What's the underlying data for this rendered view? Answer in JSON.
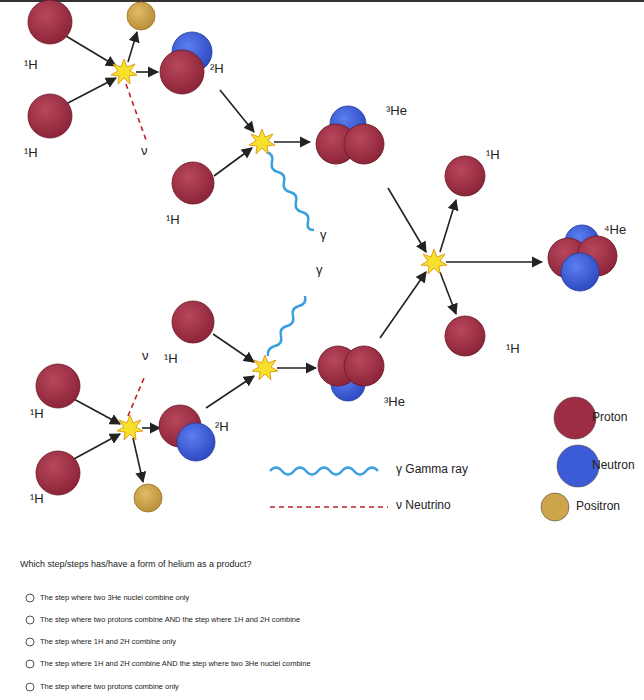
{
  "diagram": {
    "labels": [
      "¹H",
      "²H",
      "¹H",
      "ν",
      "³He",
      "¹H",
      "¹H",
      "γ",
      "⁴He",
      "γ",
      "ν",
      "¹H",
      "¹H",
      "³He",
      "²H",
      "¹H",
      "¹H",
      "Which step/steps has/have a form of helium as a product?",
      "The step where two 3He nuclei combine only",
      "The step where two protons combine AND the step where 1H and 2H combine",
      "The step where 1H and 2H combine only",
      "The step where 1H and 2H combine AND the step where two 3He nuclei combine",
      "The step where two protons combine only"
    ],
    "legend": [
      {
        "text": "Proton",
        "color": "#9e2c44"
      },
      {
        "text": "Neutron",
        "color": "#3b5cd6"
      },
      {
        "text": "Positron",
        "color": "#cfa54c"
      },
      {
        "text": "γ Gamma ray"
      },
      {
        "text": "ν Neutrino"
      }
    ]
  }
}
